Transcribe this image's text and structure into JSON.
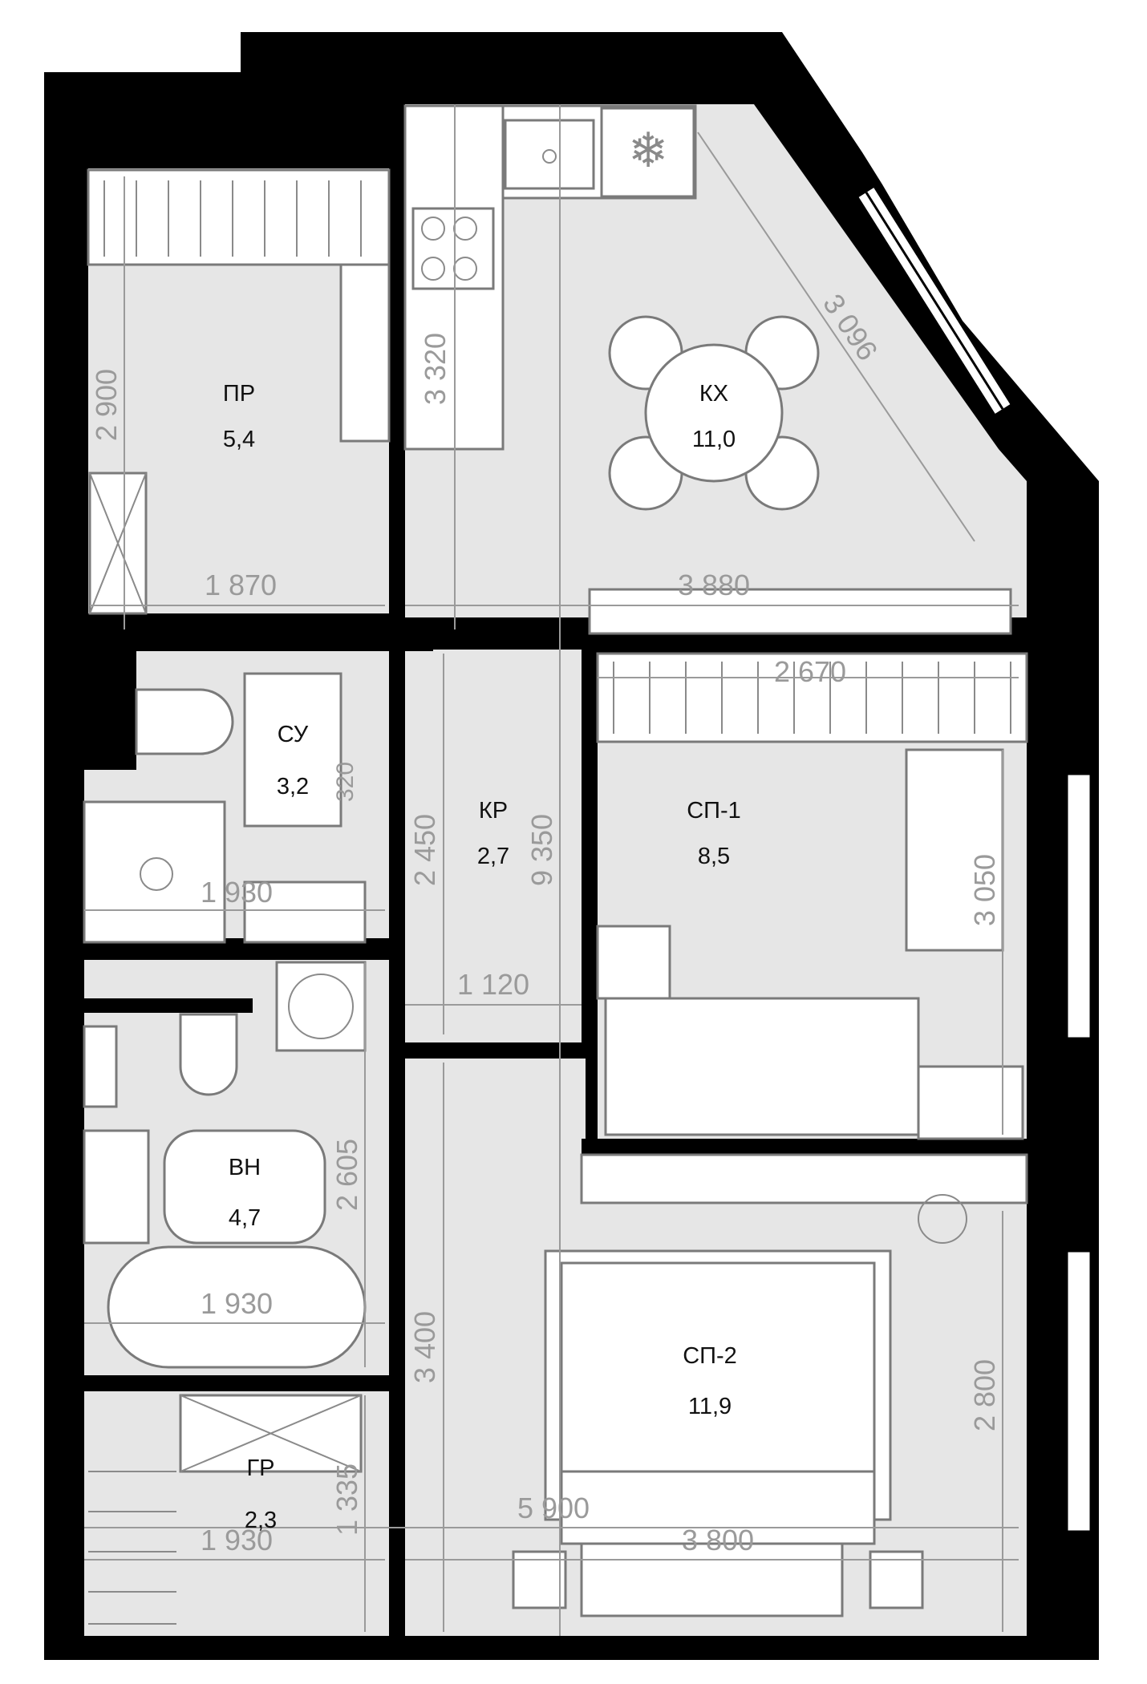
{
  "plan": {
    "colors": {
      "wall": "#000000",
      "floor": "#e6e6e6",
      "dimension": "#9a9a9a",
      "furniture": "#7a7a7a"
    },
    "rooms": [
      {
        "code": "ПР",
        "area": "5,4"
      },
      {
        "code": "КХ",
        "area": "11,0"
      },
      {
        "code": "СУ",
        "area": "3,2"
      },
      {
        "code": "КР",
        "area": "2,7"
      },
      {
        "code": "СП-1",
        "area": "8,5"
      },
      {
        "code": "ВН",
        "area": "4,7"
      },
      {
        "code": "СП-2",
        "area": "11,9"
      },
      {
        "code": "ГР",
        "area": "2,3"
      }
    ],
    "dimensions": [
      "2 900",
      "1 870",
      "3 320",
      "3 096",
      "3 880",
      "2 670",
      "2 450",
      "9 350",
      "1 930",
      "320",
      "1 120",
      "3 050",
      "2 605",
      "1 930",
      "3 400",
      "2 800",
      "1 335",
      "5 900",
      "1 930",
      "3 800"
    ],
    "icons": [
      "wardrobe-hanger-icon",
      "snowflake-icon",
      "stove-icon",
      "sink-icon",
      "table-chairs-icon",
      "toilet-icon",
      "washing-machine-icon",
      "bathtub-icon",
      "bed-icon",
      "desk-icon",
      "window-icon",
      "radiator-icon"
    ]
  }
}
